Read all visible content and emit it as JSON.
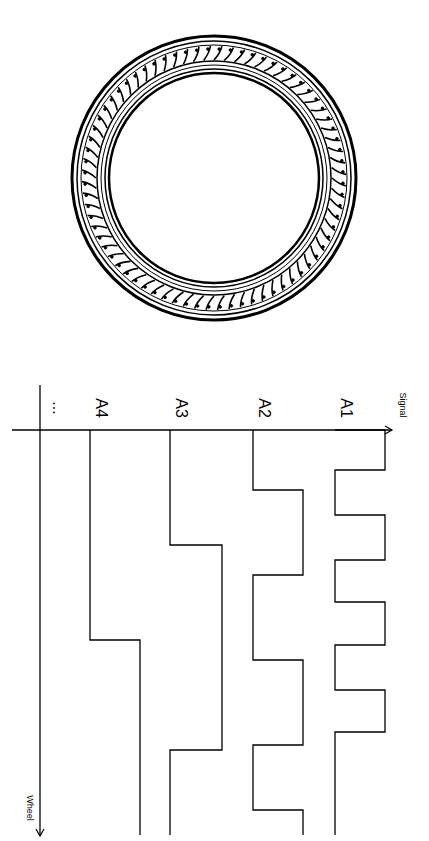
{
  "diagram": {
    "labels": [
      "Signal",
      "A1",
      "A2",
      "A3",
      "A4",
      "...",
      "Wheel"
    ]
  }
}
